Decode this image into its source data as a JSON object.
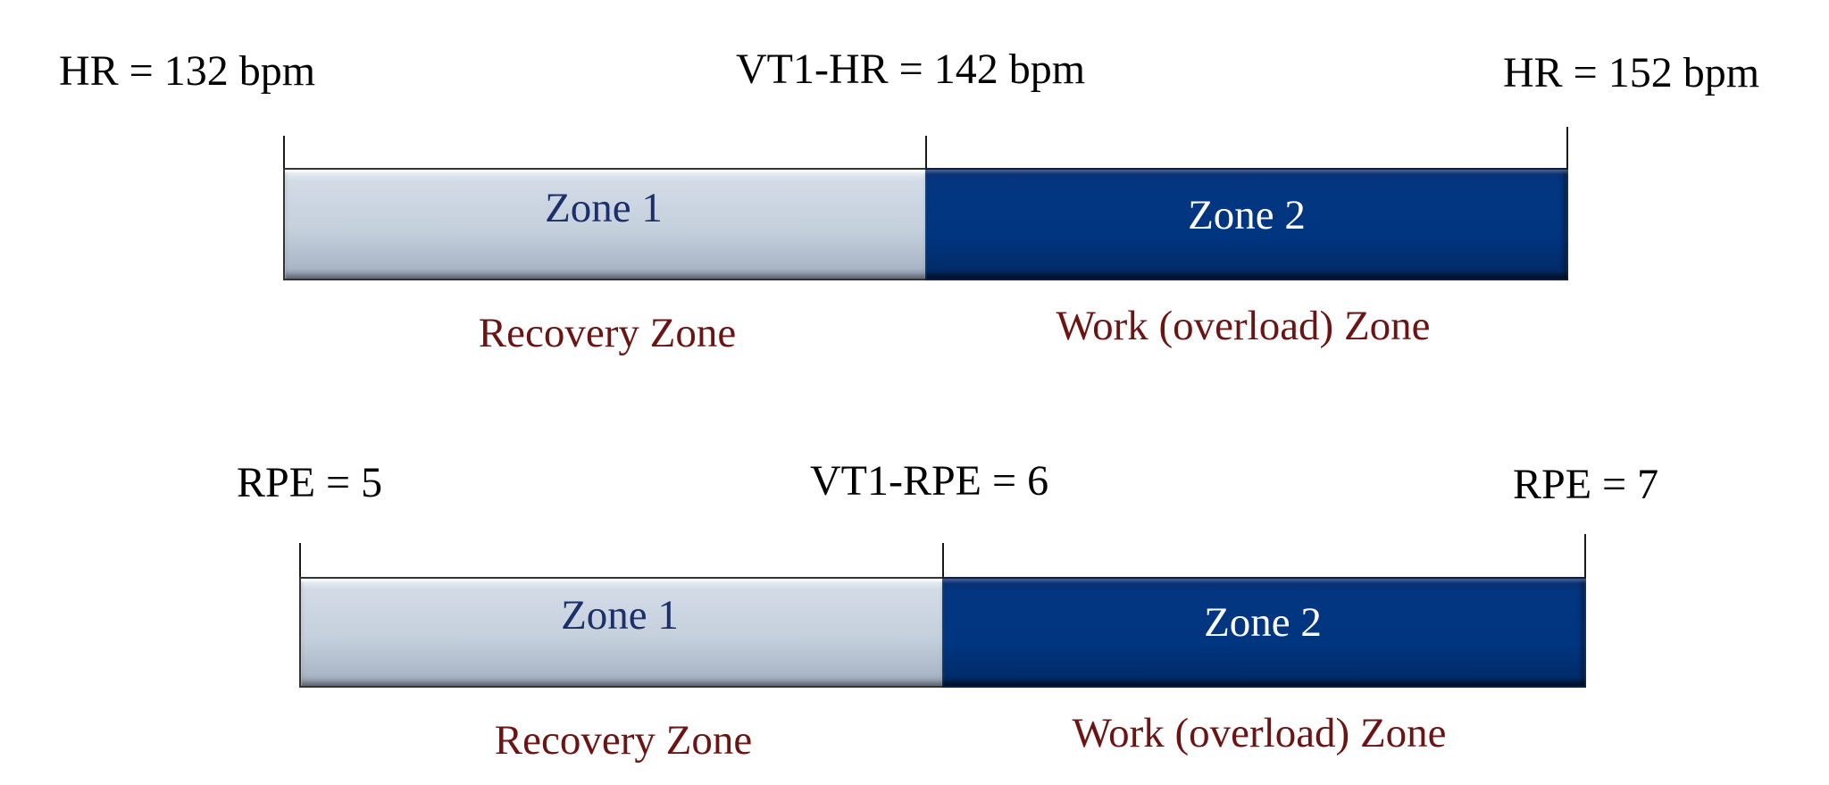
{
  "hr_scale": {
    "start_label": "HR = 132 bpm",
    "threshold_label": "VT1-HR = 142 bpm",
    "end_label": "HR = 152 bpm",
    "zone1": {
      "label": "Zone 1",
      "caption": "Recovery Zone",
      "color": "#c5d0dd"
    },
    "zone2": {
      "label": "Zone 2",
      "caption": "Work (overload) Zone",
      "color": "#003580"
    }
  },
  "rpe_scale": {
    "start_label": "RPE = 5",
    "threshold_label": "VT1-RPE = 6",
    "end_label": "RPE = 7",
    "zone1": {
      "label": "Zone 1",
      "caption": "Recovery Zone",
      "color": "#c5d0dd"
    },
    "zone2": {
      "label": "Zone 2",
      "caption": "Work (overload) Zone",
      "color": "#003580"
    }
  },
  "colors": {
    "zone1_text": "#1b2f6b",
    "zone2_text": "#ffffff",
    "caption_text": "#6b1414"
  }
}
